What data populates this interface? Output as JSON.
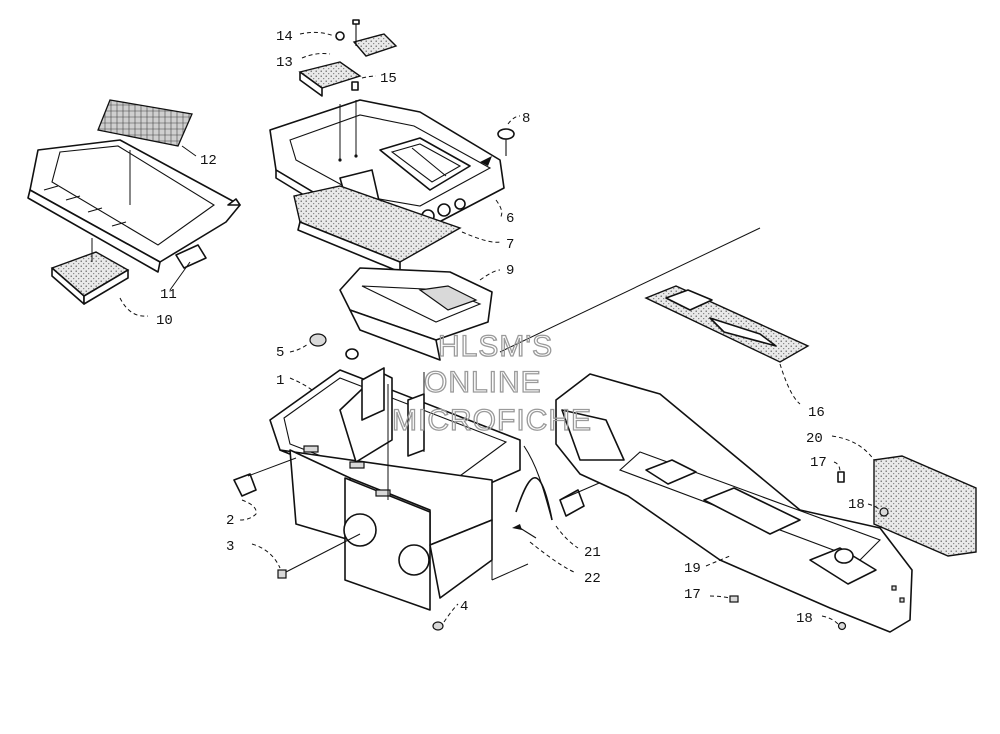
{
  "watermark": {
    "line1": "HLSM'S",
    "line2": "ONLINE",
    "line3": "MICROFICHE"
  },
  "callouts": {
    "c1": "1",
    "c2": "2",
    "c3": "3",
    "c4": "4",
    "c5": "5",
    "c6": "6",
    "c7": "7",
    "c8": "8",
    "c9": "9",
    "c10": "10",
    "c11": "11",
    "c12": "12",
    "c13": "13",
    "c14": "14",
    "c15": "15",
    "c16": "16",
    "c17a": "17",
    "c17b": "17",
    "c18a": "18",
    "c18b": "18",
    "c19": "19",
    "c20": "20",
    "c21": "21",
    "c22": "22"
  }
}
